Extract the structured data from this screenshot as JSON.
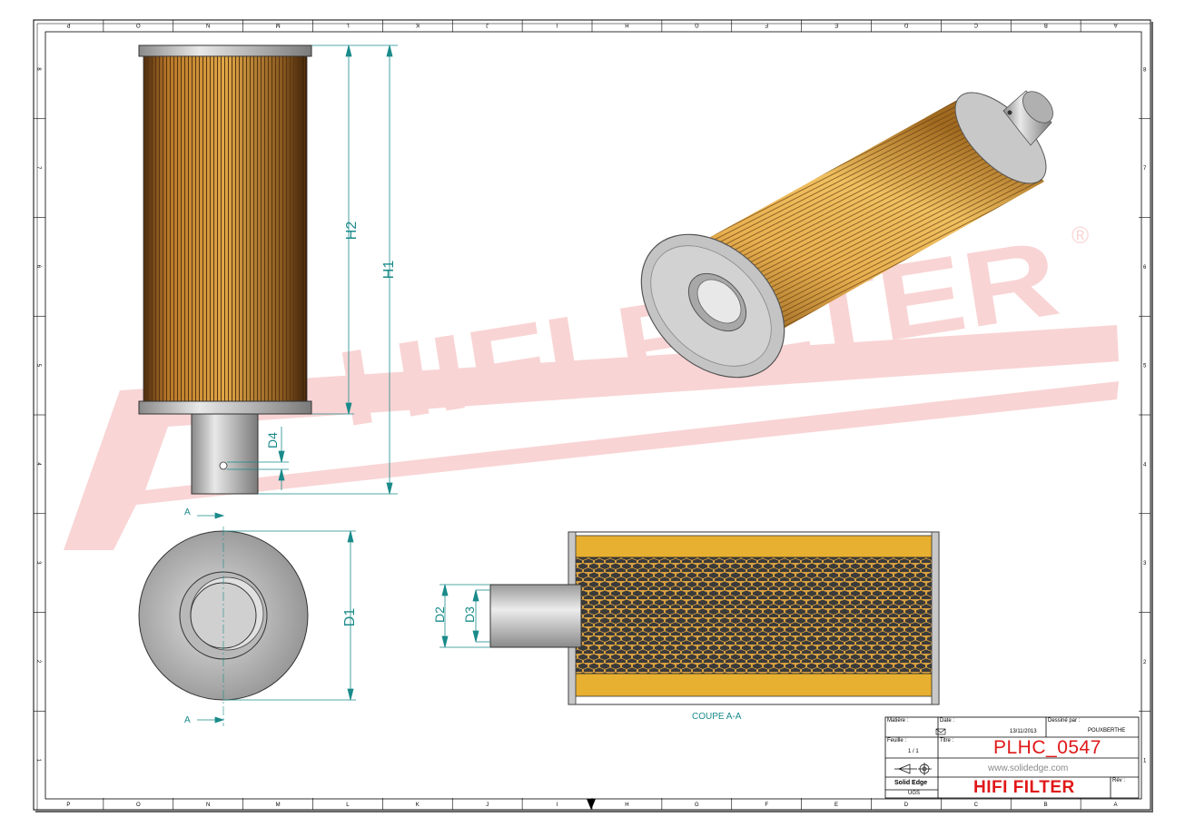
{
  "watermark": {
    "text": "HIFI FILTER",
    "registered": "®"
  },
  "dimensions": {
    "h1": "H1",
    "h2": "H2",
    "d1": "D1",
    "d2": "D2",
    "d3": "D3",
    "d4": "D4"
  },
  "section": {
    "marker": "A",
    "label": "COUPE A-A"
  },
  "border": {
    "columns": [
      "P",
      "O",
      "N",
      "M",
      "L",
      "K",
      "J",
      "I",
      "H",
      "G",
      "F",
      "E",
      "D",
      "C",
      "B",
      "A"
    ],
    "rows": [
      "8",
      "7",
      "6",
      "5",
      "4",
      "3",
      "2",
      "1"
    ]
  },
  "title_block": {
    "matiere_label": "Matière :",
    "date_label": "Date :",
    "date_value": "13/11/2013",
    "dessine_label": "Dessiné par :",
    "dessine_value": "POUXBERTHE",
    "feuille_label": "Feuille :",
    "feuille_value": "1 / 1",
    "titre_label": "Titre :",
    "part_number": "PLHC_0547",
    "url": "www.solidedge.com",
    "software": "Solid Edge",
    "software_sub": "UGS",
    "brand": "HIFI FILTER",
    "rev_label": "Rév :"
  },
  "colors": {
    "dim": "#1a8a8a",
    "pleat": "#e0a848",
    "mesh": "#e8b848",
    "metal": "#b8b8b8",
    "brand": "#e01818"
  }
}
